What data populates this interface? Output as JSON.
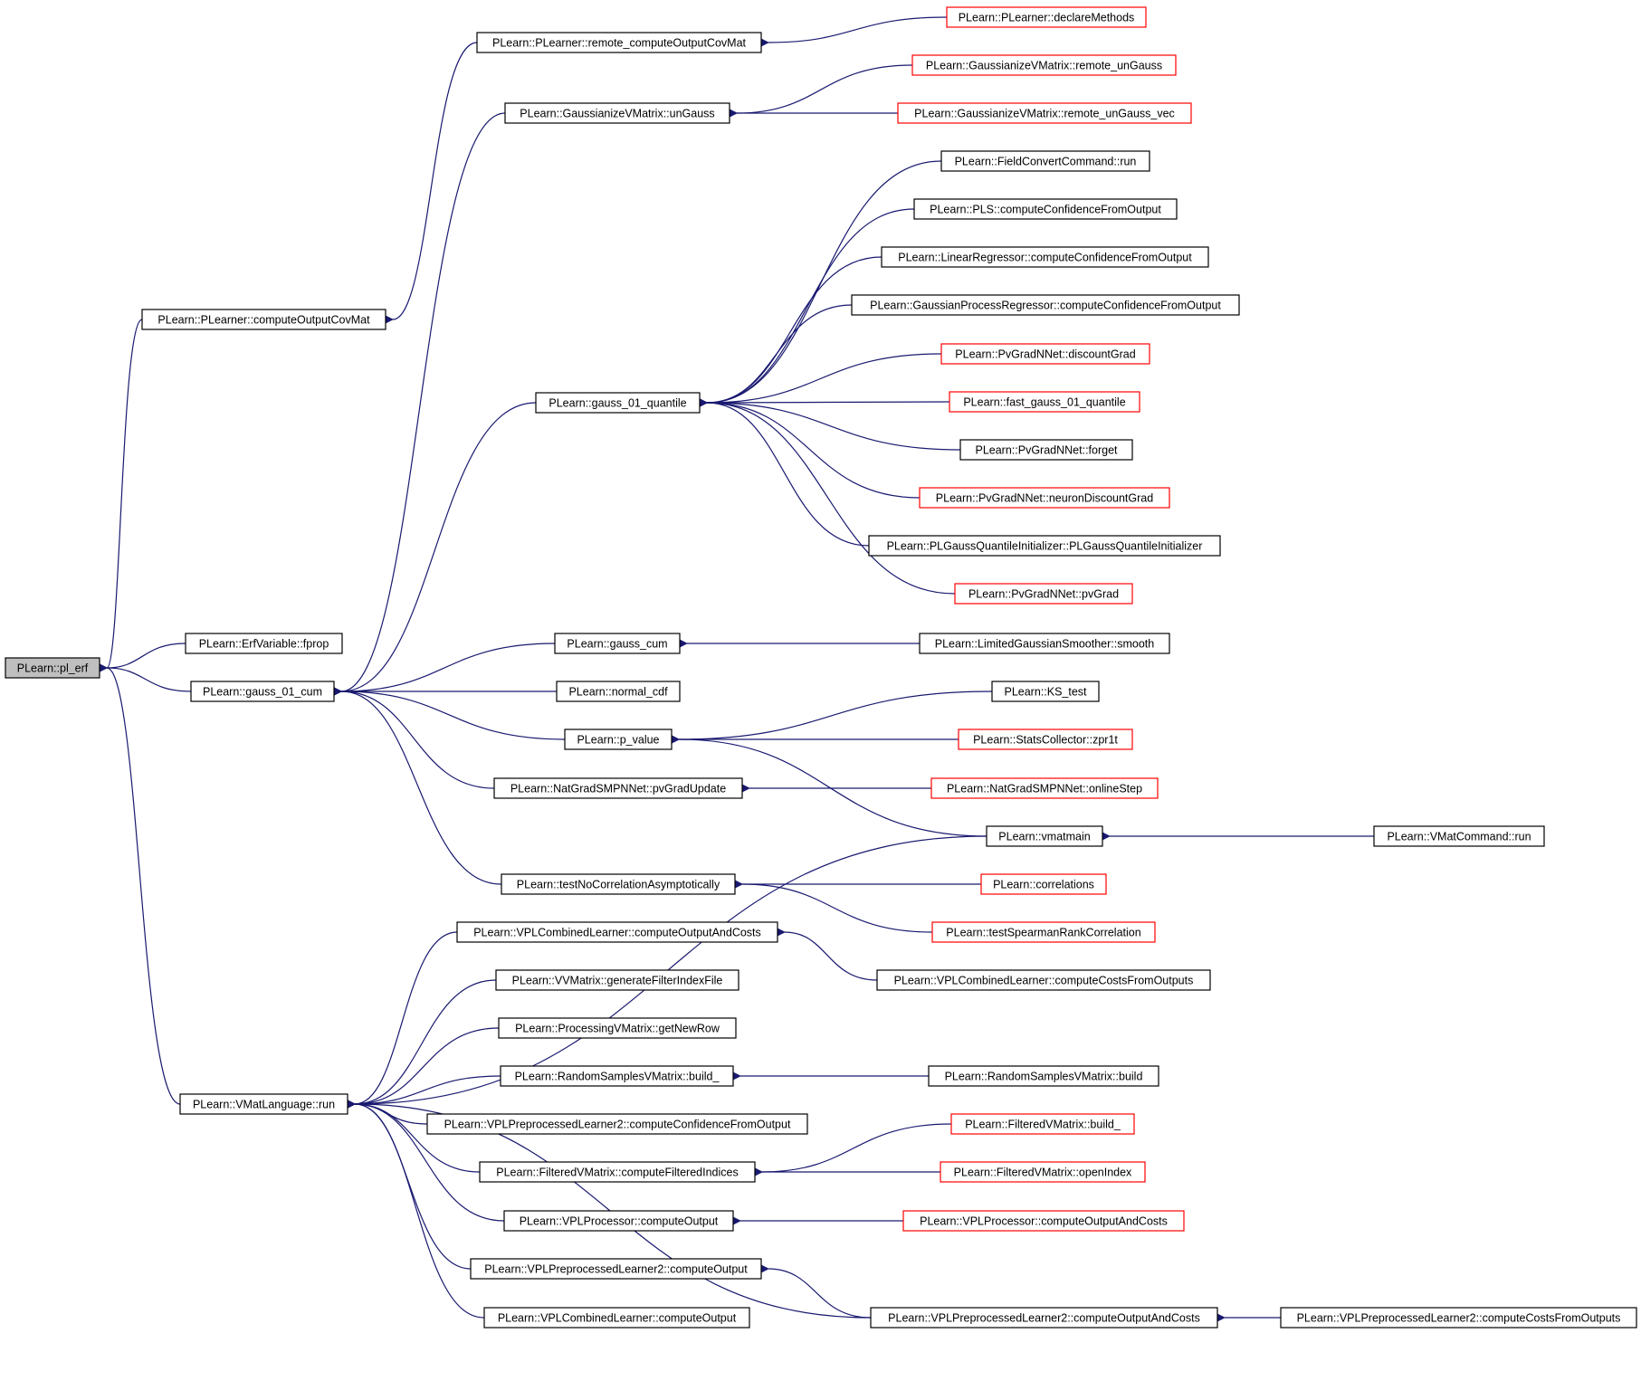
{
  "colors": {
    "edge": "#191970",
    "border_normal": "#000000",
    "border_truncated": "#ff0000",
    "fill_root": "#bfbfbf",
    "fill_node": "#ffffff"
  },
  "nodes": [
    {
      "id": "pl_erf",
      "label": "PLearn::pl_erf",
      "style": "root"
    },
    {
      "id": "computeOutputCovMat",
      "label": "PLearn::PLearner::computeOutputCovMat",
      "style": "normal"
    },
    {
      "id": "ErfVariable_fprop",
      "label": "PLearn::ErfVariable::fprop",
      "style": "normal"
    },
    {
      "id": "gauss_01_cum",
      "label": "PLearn::gauss_01_cum",
      "style": "normal"
    },
    {
      "id": "VMatLanguage_run",
      "label": "PLearn::VMatLanguage::run",
      "style": "normal"
    },
    {
      "id": "remote_computeOutputCovMat",
      "label": "PLearn::PLearner::remote_computeOutputCovMat",
      "style": "normal"
    },
    {
      "id": "declareMethods",
      "label": "PLearn::PLearner::declareMethods",
      "style": "truncated"
    },
    {
      "id": "unGauss",
      "label": "PLearn::GaussianizeVMatrix::unGauss",
      "style": "normal"
    },
    {
      "id": "remote_unGauss",
      "label": "PLearn::GaussianizeVMatrix::remote_unGauss",
      "style": "truncated"
    },
    {
      "id": "remote_unGauss_vec",
      "label": "PLearn::GaussianizeVMatrix::remote_unGauss_vec",
      "style": "truncated"
    },
    {
      "id": "gauss_01_quantile",
      "label": "PLearn::gauss_01_quantile",
      "style": "normal"
    },
    {
      "id": "FieldConvertCommand_run",
      "label": "PLearn::FieldConvertCommand::run",
      "style": "normal"
    },
    {
      "id": "PLS_ccfo",
      "label": "PLearn::PLS::computeConfidenceFromOutput",
      "style": "normal"
    },
    {
      "id": "LinearRegressor_ccfo",
      "label": "PLearn::LinearRegressor::computeConfidenceFromOutput",
      "style": "normal"
    },
    {
      "id": "GPR_ccfo",
      "label": "PLearn::GaussianProcessRegressor::computeConfidenceFromOutput",
      "style": "normal"
    },
    {
      "id": "discountGrad",
      "label": "PLearn::PvGradNNet::discountGrad",
      "style": "truncated"
    },
    {
      "id": "fast_gauss_01_quantile",
      "label": "PLearn::fast_gauss_01_quantile",
      "style": "truncated"
    },
    {
      "id": "PvGradNNet_forget",
      "label": "PLearn::PvGradNNet::forget",
      "style": "normal"
    },
    {
      "id": "neuronDiscountGrad",
      "label": "PLearn::PvGradNNet::neuronDiscountGrad",
      "style": "truncated"
    },
    {
      "id": "PLGQI",
      "label": "PLearn::PLGaussQuantileInitializer::PLGaussQuantileInitializer",
      "style": "normal"
    },
    {
      "id": "pvGrad",
      "label": "PLearn::PvGradNNet::pvGrad",
      "style": "truncated"
    },
    {
      "id": "gauss_cum",
      "label": "PLearn::gauss_cum",
      "style": "normal"
    },
    {
      "id": "LGS_smooth",
      "label": "PLearn::LimitedGaussianSmoother::smooth",
      "style": "normal"
    },
    {
      "id": "normal_cdf",
      "label": "PLearn::normal_cdf",
      "style": "normal"
    },
    {
      "id": "KS_test",
      "label": "PLearn::KS_test",
      "style": "normal"
    },
    {
      "id": "p_value",
      "label": "PLearn::p_value",
      "style": "normal"
    },
    {
      "id": "zpr1t",
      "label": "PLearn::StatsCollector::zpr1t",
      "style": "truncated"
    },
    {
      "id": "pvGradUpdate",
      "label": "PLearn::NatGradSMPNNet::pvGradUpdate",
      "style": "normal"
    },
    {
      "id": "onlineStep",
      "label": "PLearn::NatGradSMPNNet::onlineStep",
      "style": "truncated"
    },
    {
      "id": "vmatmain",
      "label": "PLearn::vmatmain",
      "style": "normal"
    },
    {
      "id": "VMatCommand_run",
      "label": "PLearn::VMatCommand::run",
      "style": "normal"
    },
    {
      "id": "testNoCorr",
      "label": "PLearn::testNoCorrelationAsymptotically",
      "style": "normal"
    },
    {
      "id": "correlations",
      "label": "PLearn::correlations",
      "style": "truncated"
    },
    {
      "id": "testSpearman",
      "label": "PLearn::testSpearmanRankCorrelation",
      "style": "truncated"
    },
    {
      "id": "VPLCL_coac",
      "label": "PLearn::VPLCombinedLearner::computeOutputAndCosts",
      "style": "normal"
    },
    {
      "id": "VPLCL_ccfo",
      "label": "PLearn::VPLCombinedLearner::computeCostsFromOutputs",
      "style": "normal"
    },
    {
      "id": "VVMatrix_gfif",
      "label": "PLearn::VVMatrix::generateFilterIndexFile",
      "style": "normal"
    },
    {
      "id": "PVM_getNewRow",
      "label": "PLearn::ProcessingVMatrix::getNewRow",
      "style": "normal"
    },
    {
      "id": "RSVM_build_",
      "label": "PLearn::RandomSamplesVMatrix::build_",
      "style": "normal"
    },
    {
      "id": "RSVM_build",
      "label": "PLearn::RandomSamplesVMatrix::build",
      "style": "normal"
    },
    {
      "id": "VPLPL2_ccfo",
      "label": "PLearn::VPLPreprocessedLearner2::computeConfidenceFromOutput",
      "style": "normal"
    },
    {
      "id": "FVM_cfi",
      "label": "PLearn::FilteredVMatrix::computeFilteredIndices",
      "style": "normal"
    },
    {
      "id": "FVM_build_",
      "label": "PLearn::FilteredVMatrix::build_",
      "style": "truncated"
    },
    {
      "id": "FVM_openIndex",
      "label": "PLearn::FilteredVMatrix::openIndex",
      "style": "truncated"
    },
    {
      "id": "VPLP_co",
      "label": "PLearn::VPLProcessor::computeOutput",
      "style": "normal"
    },
    {
      "id": "VPLP_coac",
      "label": "PLearn::VPLProcessor::computeOutputAndCosts",
      "style": "truncated"
    },
    {
      "id": "VPLPL2_co",
      "label": "PLearn::VPLPreprocessedLearner2::computeOutput",
      "style": "normal"
    },
    {
      "id": "VPLPL2_coac",
      "label": "PLearn::VPLPreprocessedLearner2::computeOutputAndCosts",
      "style": "normal"
    },
    {
      "id": "VPLPL2_ccfos",
      "label": "PLearn::VPLPreprocessedLearner2::computeCostsFromOutputs",
      "style": "normal"
    },
    {
      "id": "VPLCL_co",
      "label": "PLearn::VPLCombinedLearner::computeOutput",
      "style": "normal"
    }
  ],
  "edges": [
    {
      "from": "pl_erf",
      "to": "computeOutputCovMat"
    },
    {
      "from": "pl_erf",
      "to": "ErfVariable_fprop"
    },
    {
      "from": "pl_erf",
      "to": "gauss_01_cum"
    },
    {
      "from": "pl_erf",
      "to": "VMatLanguage_run"
    },
    {
      "from": "computeOutputCovMat",
      "to": "remote_computeOutputCovMat"
    },
    {
      "from": "remote_computeOutputCovMat",
      "to": "declareMethods"
    },
    {
      "from": "gauss_01_cum",
      "to": "unGauss"
    },
    {
      "from": "gauss_01_cum",
      "to": "gauss_01_quantile"
    },
    {
      "from": "gauss_01_cum",
      "to": "gauss_cum"
    },
    {
      "from": "gauss_01_cum",
      "to": "normal_cdf"
    },
    {
      "from": "gauss_01_cum",
      "to": "p_value"
    },
    {
      "from": "gauss_01_cum",
      "to": "pvGradUpdate"
    },
    {
      "from": "gauss_01_cum",
      "to": "testNoCorr"
    },
    {
      "from": "unGauss",
      "to": "remote_unGauss"
    },
    {
      "from": "unGauss",
      "to": "remote_unGauss_vec"
    },
    {
      "from": "gauss_01_quantile",
      "to": "FieldConvertCommand_run"
    },
    {
      "from": "gauss_01_quantile",
      "to": "PLS_ccfo"
    },
    {
      "from": "gauss_01_quantile",
      "to": "LinearRegressor_ccfo"
    },
    {
      "from": "gauss_01_quantile",
      "to": "GPR_ccfo"
    },
    {
      "from": "gauss_01_quantile",
      "to": "discountGrad"
    },
    {
      "from": "gauss_01_quantile",
      "to": "fast_gauss_01_quantile"
    },
    {
      "from": "gauss_01_quantile",
      "to": "PvGradNNet_forget"
    },
    {
      "from": "gauss_01_quantile",
      "to": "neuronDiscountGrad"
    },
    {
      "from": "gauss_01_quantile",
      "to": "PLGQI"
    },
    {
      "from": "gauss_01_quantile",
      "to": "pvGrad"
    },
    {
      "from": "gauss_cum",
      "to": "LGS_smooth"
    },
    {
      "from": "p_value",
      "to": "KS_test"
    },
    {
      "from": "p_value",
      "to": "zpr1t"
    },
    {
      "from": "p_value",
      "to": "vmatmain"
    },
    {
      "from": "pvGradUpdate",
      "to": "onlineStep"
    },
    {
      "from": "vmatmain",
      "to": "VMatCommand_run"
    },
    {
      "from": "testNoCorr",
      "to": "correlations"
    },
    {
      "from": "testNoCorr",
      "to": "testSpearman"
    },
    {
      "from": "VMatLanguage_run",
      "to": "vmatmain"
    },
    {
      "from": "VMatLanguage_run",
      "to": "VPLCL_coac"
    },
    {
      "from": "VMatLanguage_run",
      "to": "VVMatrix_gfif"
    },
    {
      "from": "VMatLanguage_run",
      "to": "PVM_getNewRow"
    },
    {
      "from": "VMatLanguage_run",
      "to": "RSVM_build_"
    },
    {
      "from": "VMatLanguage_run",
      "to": "VPLPL2_ccfo"
    },
    {
      "from": "VMatLanguage_run",
      "to": "FVM_cfi"
    },
    {
      "from": "VMatLanguage_run",
      "to": "VPLP_co"
    },
    {
      "from": "VMatLanguage_run",
      "to": "VPLPL2_co"
    },
    {
      "from": "VMatLanguage_run",
      "to": "VPLCL_co"
    },
    {
      "from": "VMatLanguage_run",
      "to": "VPLPL2_coac"
    },
    {
      "from": "VPLCL_coac",
      "to": "VPLCL_ccfo"
    },
    {
      "from": "RSVM_build_",
      "to": "RSVM_build"
    },
    {
      "from": "FVM_cfi",
      "to": "FVM_build_"
    },
    {
      "from": "FVM_cfi",
      "to": "FVM_openIndex"
    },
    {
      "from": "VPLP_co",
      "to": "VPLP_coac"
    },
    {
      "from": "VPLPL2_co",
      "to": "VPLPL2_coac"
    },
    {
      "from": "VPLPL2_coac",
      "to": "VPLPL2_ccfos"
    }
  ]
}
